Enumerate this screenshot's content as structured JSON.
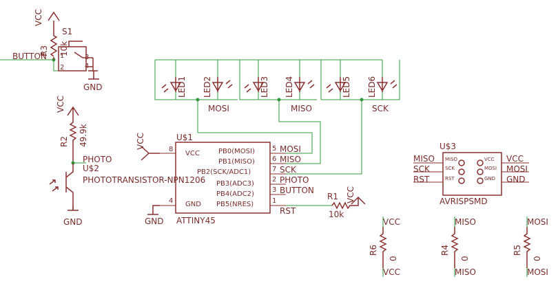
{
  "s1": {
    "name": "S1",
    "vcc": "VCC",
    "r3": "R3",
    "r3_value": "10k",
    "button": "BUTTON",
    "pins": [
      "1",
      "2",
      "3",
      "4"
    ],
    "gnd": "GND"
  },
  "photo": {
    "vcc": "VCC",
    "r2": "R2",
    "r2_value": "49.9k",
    "net": "PHOTO",
    "u2": "U$2",
    "part": "PHOTOTRANSISTOR-NPN1206",
    "gnd": "GND"
  },
  "leds": {
    "labels": [
      "LED1",
      "LED2",
      "LED3",
      "LED4",
      "LED5",
      "LED6"
    ],
    "nets": [
      "MOSI",
      "MISO",
      "SCK"
    ]
  },
  "u1": {
    "name": "U$1",
    "part": "ATTINY45",
    "vcc_net": "VCC",
    "gnd_net": "GND",
    "left_pins": [
      {
        "label": "VCC",
        "num": "8"
      },
      {
        "label": "GND",
        "num": "4"
      }
    ],
    "right_pins": [
      {
        "label": "PB0(MOSI)",
        "num": "5",
        "net": "MOSI"
      },
      {
        "label": "PB1(MISO)",
        "num": "6",
        "net": "MISO"
      },
      {
        "label": "PB2(SCK/ADC1)",
        "num": "7",
        "net": "SCK"
      },
      {
        "label": "PB3(ADC3)",
        "num": "2",
        "net": "PHOTO"
      },
      {
        "label": "PB4(ADC2)",
        "num": "3",
        "net": "BUTTON"
      },
      {
        "label": "PB5(NRES)",
        "num": "1",
        "net": "RST"
      }
    ]
  },
  "r1": {
    "name": "R1",
    "value": "10k",
    "vcc": "VCC"
  },
  "u3": {
    "name": "U$3",
    "part": "AVRISPSMD",
    "left_pins": [
      "MISO",
      "SCK",
      "RST"
    ],
    "right_pins": [
      "VCC",
      "MOSI",
      "GND"
    ],
    "left_nets": [
      "MISO",
      "SCK",
      "RST"
    ],
    "right_nets": [
      "VCC",
      "MOSI",
      "GND"
    ]
  },
  "jumpers": [
    {
      "name": "R6",
      "value": "0",
      "top": "VCC",
      "bottom": "VCC"
    },
    {
      "name": "R4",
      "value": "0",
      "top": "MISO",
      "bottom": "MISO"
    },
    {
      "name": "R5",
      "value": "0",
      "top": "MOSI",
      "bottom": "MOSI"
    }
  ],
  "colors": {
    "wire": "#2e9a3a",
    "symbol": "#8a2f2f",
    "text": "#7a2b2b",
    "background": "#ffffff"
  }
}
